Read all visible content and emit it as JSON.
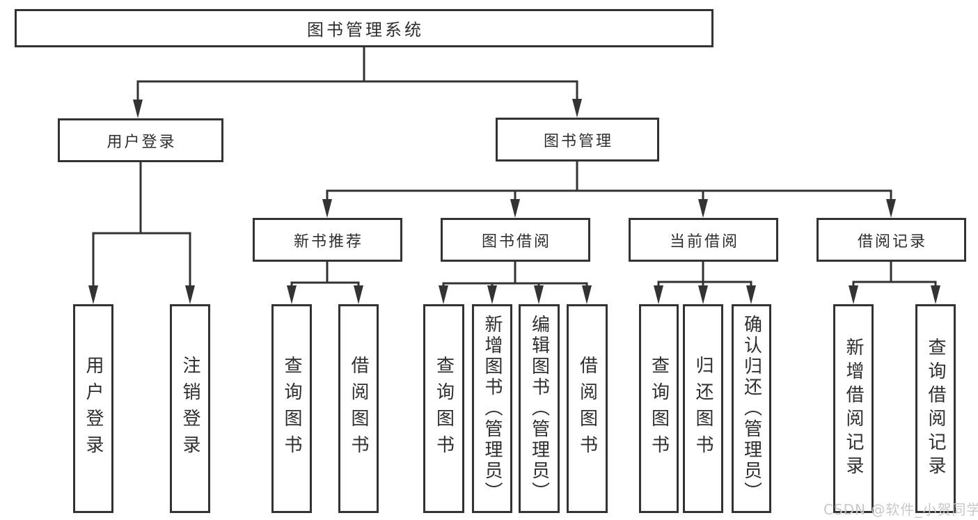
{
  "diagram": {
    "root": {
      "label": "图书管理系统"
    },
    "level2": {
      "user_login": {
        "label": "用户登录"
      },
      "book_management": {
        "label": "图书管理"
      }
    },
    "level3": {
      "new_book_recommend": {
        "label": "新书推荐"
      },
      "book_borrow": {
        "label": "图书借阅"
      },
      "current_borrow": {
        "label": "当前借阅"
      },
      "borrow_records": {
        "label": "借阅记录"
      }
    },
    "leaves": {
      "user_login": {
        "label": "用户登录"
      },
      "logout": {
        "label": "注销登录"
      },
      "nb_query_books": {
        "label": "查询图书"
      },
      "nb_borrow_books": {
        "label": "借阅图书"
      },
      "bb_query_books": {
        "label": "查询图书"
      },
      "bb_add_books": {
        "label": "新增图书（管理员）"
      },
      "bb_edit_books": {
        "label": "编辑图书（管理员）"
      },
      "bb_borrow_books": {
        "label": "借阅图书"
      },
      "cb_query_books": {
        "label": "查询图书"
      },
      "cb_return_books": {
        "label": "归还图书"
      },
      "cb_confirm_return": {
        "label": "确认归还（管理员）"
      },
      "br_add_record": {
        "label": "新增借阅记录"
      },
      "br_query_record": {
        "label": "查询借阅记录"
      }
    }
  },
  "watermark": {
    "text": "CSDN @软件_小贺同学"
  },
  "colors": {
    "line": "#333333",
    "node_border": "#333333",
    "node_text": "#2e2e2e",
    "watermark": "#c8c8c8",
    "background": "#ffffff"
  }
}
